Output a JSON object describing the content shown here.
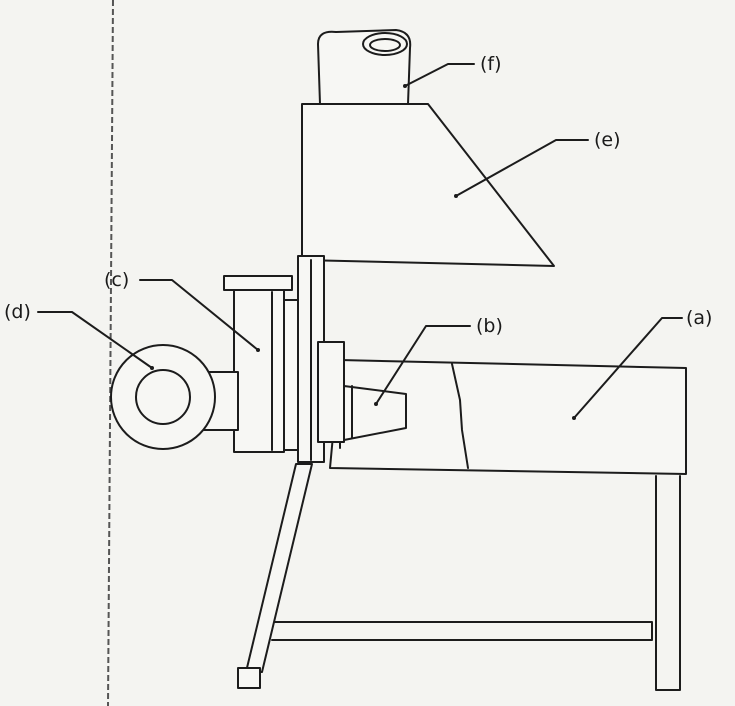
{
  "diagram": {
    "labels": {
      "a": "(a)",
      "b": "(b)",
      "c": "(c)",
      "d": "(d)",
      "e": "(e)",
      "f": "(f)"
    },
    "line_color": "#1c1c1c",
    "background": "#f4f4f1"
  }
}
